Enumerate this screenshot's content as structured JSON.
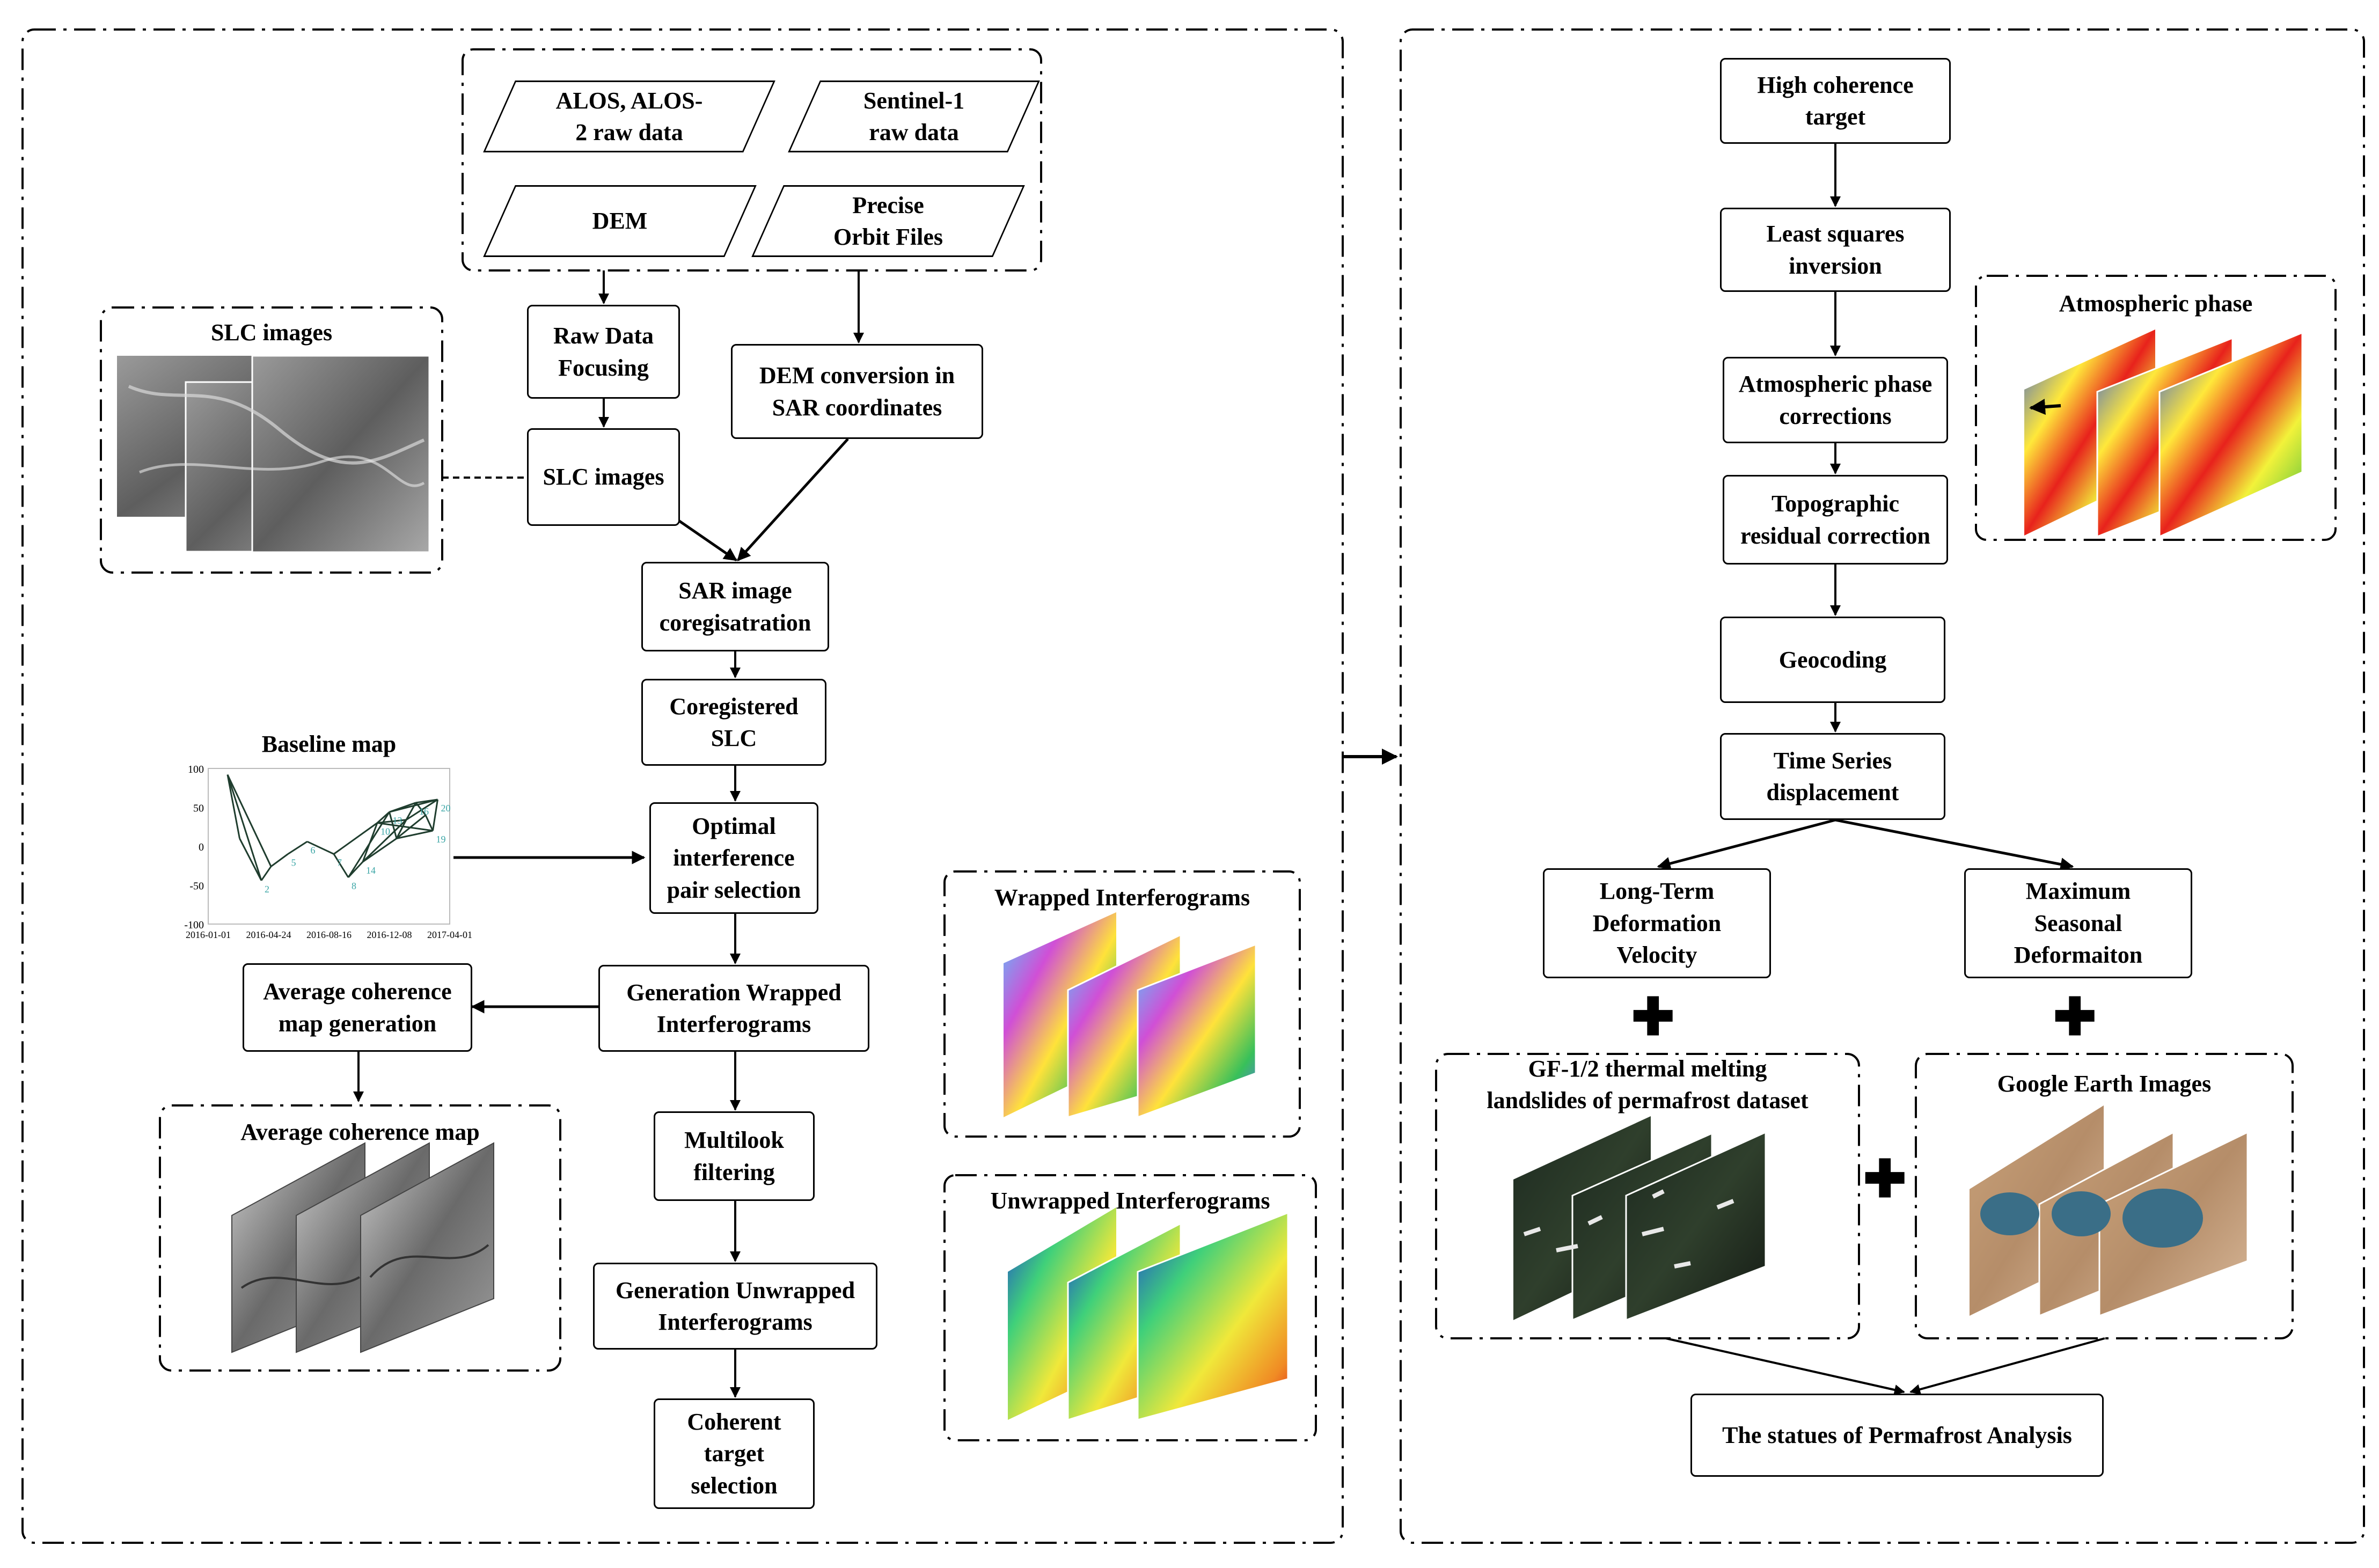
{
  "inputs": {
    "alos": "ALOS, ALOS-\n2 raw data",
    "sentinel": "Sentinel-1\nraw data",
    "dem": "DEM",
    "orbit": "Precise\nOrbit Files"
  },
  "left_flow": {
    "raw_focusing": "Raw Data\nFocusing",
    "dem_conversion": "DEM conversion in\nSAR coordinates",
    "slc_images": "SLC images",
    "coregistration": "SAR image\ncoregisatration",
    "coregistered_slc": "Coregistered\nSLC",
    "optimal_pair": "Optimal\ninterference\npair selection",
    "gen_wrapped": "Generation Wrapped\nInterferograms",
    "avg_coh_gen": "Average coherence\nmap generation",
    "multilook": "Multilook\nfiltering",
    "gen_unwrapped": "Generation Unwrapped\nInterferograms",
    "coherent_target": "Coherent\ntarget\nselection"
  },
  "panels": {
    "slc_images_title": "SLC images",
    "baseline_title": "Baseline map",
    "avg_coh_title": "Average coherence map",
    "wrapped_title": "Wrapped Interferograms",
    "unwrapped_title": "Unwrapped Interferograms",
    "atmos_title": "Atmospheric phase",
    "gf_title": "GF-1/2   thermal melting\nlandslides of permafrost dataset",
    "google_title": "Google Earth Images"
  },
  "right_flow": {
    "high_coherence": "High coherence\ntarget",
    "least_squares": "Least squares\ninversion",
    "atmos_corr": "Atmospheric phase\ncorrections",
    "topo_corr": "Topographic\nresidual correction",
    "geocoding": "Geocoding",
    "time_series": "Time Series\ndisplacement",
    "long_term": "Long-Term\nDeformation\nVelocity",
    "max_seasonal": "Maximum\nSeasonal\nDeformaiton",
    "final": "The statues of Permafrost Analysis"
  },
  "plus_sign": "✚",
  "baseline_chart": {
    "y_ticks": [
      "100",
      "50",
      "0",
      "-50",
      "-100"
    ],
    "x_ticks": [
      "2016-01-01",
      "2016-04-24",
      "2016-08-16",
      "2016-12-08",
      "2017-04-01"
    ],
    "node_labels": [
      "2",
      "5",
      "6",
      "10",
      "13",
      "14",
      "16",
      "19",
      "20",
      "7",
      "8"
    ]
  },
  "colors": {
    "line": "#000000",
    "baseline_edges": "#1f3d2e",
    "baseline_nodes": "#3aa5a5"
  }
}
